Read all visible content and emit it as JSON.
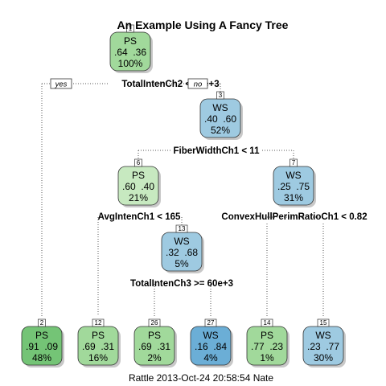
{
  "title": "An Example Using A Fancy Tree",
  "footer": "Rattle 2013-Oct-24 20:58:54 Nate",
  "branch_labels": {
    "yes": "yes",
    "no": "no"
  },
  "colors": {
    "PS_light": "#c7e9c0",
    "PS_mid": "#a1d99b",
    "PS_dark": "#74c476",
    "WS_light": "#c6dbef",
    "WS_mid": "#9ecae1",
    "WS_dark": "#6baed6",
    "edge": "#555555",
    "node_border": "#333333"
  },
  "nodes": [
    {
      "id": "1",
      "cls": "PS",
      "probs": ".64  .36",
      "pct": "100%",
      "tone": "PS_mid"
    },
    {
      "id": "2",
      "cls": "PS",
      "probs": ".91  .09",
      "pct": "48%",
      "tone": "PS_dark"
    },
    {
      "id": "3",
      "cls": "WS",
      "probs": ".40  .60",
      "pct": "52%",
      "tone": "WS_mid"
    },
    {
      "id": "6",
      "cls": "PS",
      "probs": ".60  .40",
      "pct": "21%",
      "tone": "PS_light"
    },
    {
      "id": "7",
      "cls": "WS",
      "probs": ".25  .75",
      "pct": "31%",
      "tone": "WS_mid"
    },
    {
      "id": "12",
      "cls": "PS",
      "probs": ".69  .31",
      "pct": "16%",
      "tone": "PS_mid"
    },
    {
      "id": "13",
      "cls": "WS",
      "probs": ".32  .68",
      "pct": "5%",
      "tone": "WS_mid"
    },
    {
      "id": "26",
      "cls": "PS",
      "probs": ".69  .31",
      "pct": "2%",
      "tone": "PS_mid"
    },
    {
      "id": "27",
      "cls": "WS",
      "probs": ".16  .84",
      "pct": "4%",
      "tone": "WS_dark"
    },
    {
      "id": "14",
      "cls": "PS",
      "probs": ".77  .23",
      "pct": "1%",
      "tone": "PS_mid"
    },
    {
      "id": "15",
      "cls": "WS",
      "probs": ".23  .77",
      "pct": "30%",
      "tone": "WS_mid"
    }
  ],
  "splits": [
    {
      "node": "1",
      "label": "TotalIntenCh2 < 47e+3"
    },
    {
      "node": "3",
      "label": "FiberWidthCh1 < 11"
    },
    {
      "node": "6",
      "label": "AvgIntenCh1 < 165"
    },
    {
      "node": "7",
      "label": "ConvexHullPerimRatioCh1 < 0.82"
    },
    {
      "node": "13",
      "label": "TotalIntenCh3 >= 60e+3"
    }
  ]
}
